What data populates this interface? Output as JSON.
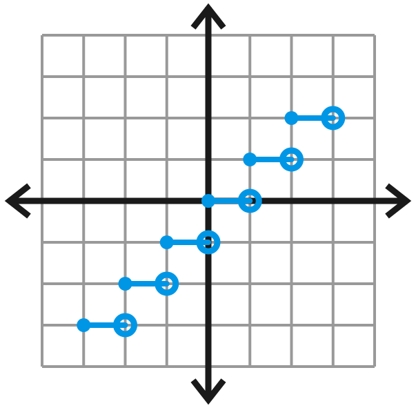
{
  "chart_data": {
    "type": "line",
    "title": "",
    "xlabel": "",
    "ylabel": "",
    "xlim": [
      -4,
      4
    ],
    "ylim": [
      -4,
      4
    ],
    "grid": true,
    "axes_arrows": true,
    "series": [
      {
        "style": "step",
        "segments": [
          {
            "x_start": -3,
            "x_end": -2,
            "y": -3,
            "closed_at": "start",
            "open_at": "end"
          },
          {
            "x_start": -2,
            "x_end": -1,
            "y": -2,
            "closed_at": "start",
            "open_at": "end"
          },
          {
            "x_start": -1,
            "x_end": 0,
            "y": -1,
            "closed_at": "start",
            "open_at": "end"
          },
          {
            "x_start": 0,
            "x_end": 1,
            "y": 0,
            "closed_at": "start",
            "open_at": "end"
          },
          {
            "x_start": 1,
            "x_end": 2,
            "y": 1,
            "closed_at": "start",
            "open_at": "end"
          },
          {
            "x_start": 2,
            "x_end": 3,
            "y": 2,
            "closed_at": "start",
            "open_at": "end"
          }
        ]
      }
    ]
  },
  "colors": {
    "grid": "#999999",
    "axis": "#1a1a1a",
    "series": "#0096e6",
    "open_dot_fill": "#ffffff"
  }
}
